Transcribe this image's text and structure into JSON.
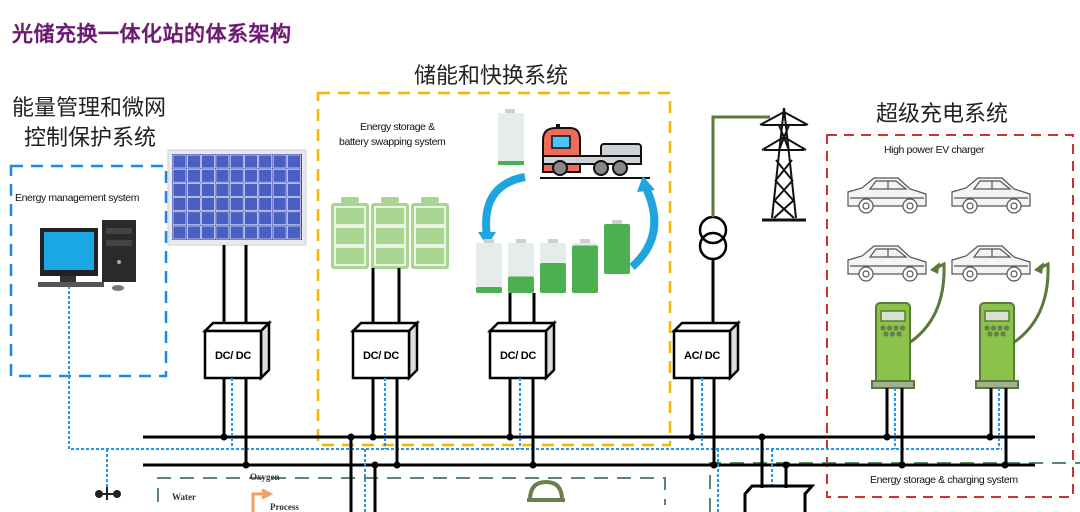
{
  "page": {
    "title": "光储充换一体化站的体系架构"
  },
  "sections": {
    "ems": {
      "heading_line1": "能量管理和微网",
      "heading_line2": "控制保护系统",
      "label": "Energy management system",
      "box_color": "#1e88e5"
    },
    "storage": {
      "heading": "储能和快换系统",
      "label_line1": "Energy storage &",
      "label_line2": "battery swapping  system",
      "box_color": "#f5b800",
      "swap_battery_levels": [
        0.12,
        0.33,
        0.6,
        0.95,
        1.0
      ]
    },
    "charging": {
      "heading": "超级充电系统",
      "label": "High power EV charger",
      "bottom_label": "Energy storage & charging  system",
      "box_color": "#d32f2f",
      "car_count": 4,
      "charger_count": 2
    }
  },
  "converters": [
    {
      "label": "DC/ DC"
    },
    {
      "label": "DC/ DC"
    },
    {
      "label": "DC/ DC"
    },
    {
      "label": "AC/ DC"
    }
  ],
  "hydrogen": {
    "oxygen_label": "Oxygen",
    "water_label": "Water",
    "process_label": "Process",
    "box_color": "#5a8a6a"
  },
  "colors": {
    "bus": "#000000",
    "comm_line": "#2196f3",
    "grid_line": "#5a7a3a",
    "charger_green": "#8bc34a",
    "battery_green": "#4caf50",
    "swap_arrow": "#1ea5e0",
    "title_purple": "#6a1b7a"
  }
}
